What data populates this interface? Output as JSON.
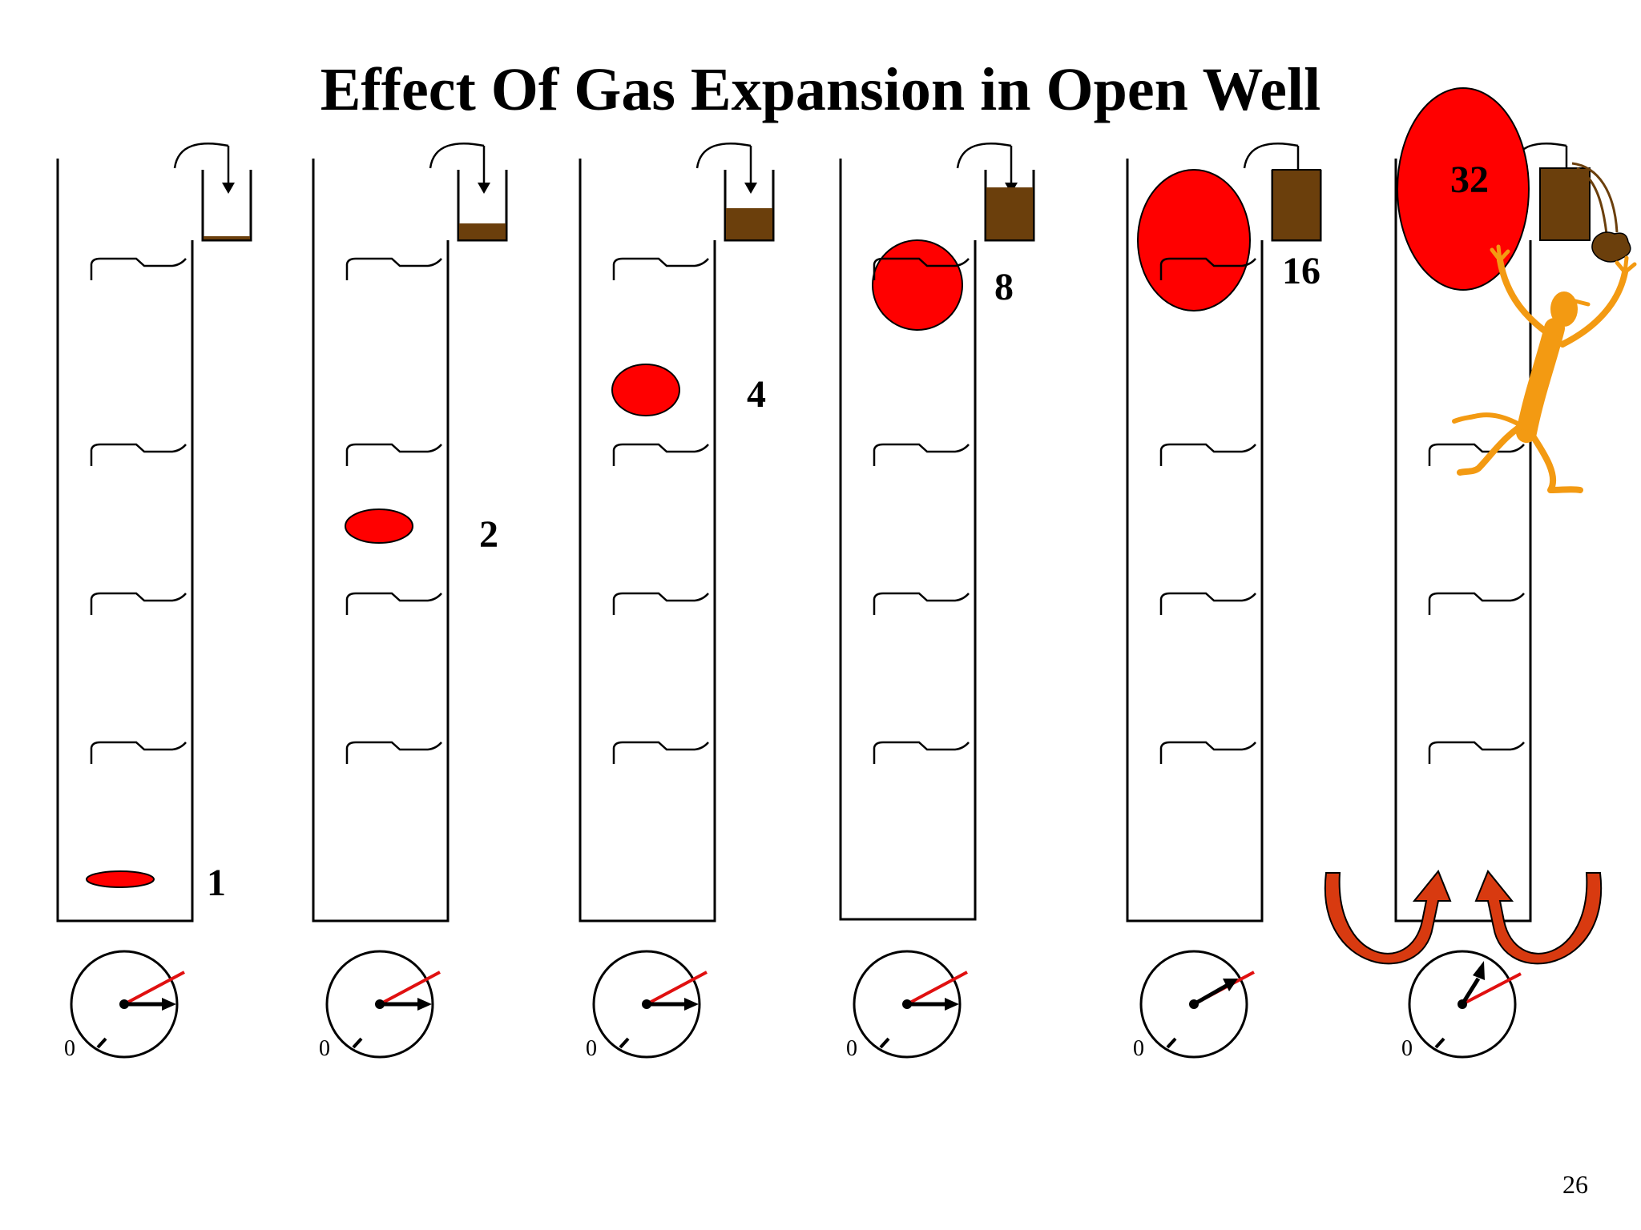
{
  "slide": {
    "title": "Effect Of Gas Expansion in Open Well",
    "page_number": "26"
  },
  "colors": {
    "gas_bubble": "#ff0000",
    "mud": "#6b3f0c",
    "gauge_red_needle": "#e01010",
    "kick_arrow": "#d83a10",
    "figure": "#f39a12",
    "outline": "#000000"
  },
  "stages": [
    {
      "gas_volume_label": "1",
      "gauge_zero_label": "0",
      "pit_level": 0.05
    },
    {
      "gas_volume_label": "2",
      "gauge_zero_label": "0",
      "pit_level": 0.25
    },
    {
      "gas_volume_label": "4",
      "gauge_zero_label": "0",
      "pit_level": 0.45
    },
    {
      "gas_volume_label": "8",
      "gauge_zero_label": "0",
      "pit_level": 0.7
    },
    {
      "gas_volume_label": "16",
      "gauge_zero_label": "0",
      "pit_level": 1.0
    },
    {
      "gas_volume_label": "32",
      "gauge_zero_label": "0",
      "pit_level": 1.0
    }
  ]
}
